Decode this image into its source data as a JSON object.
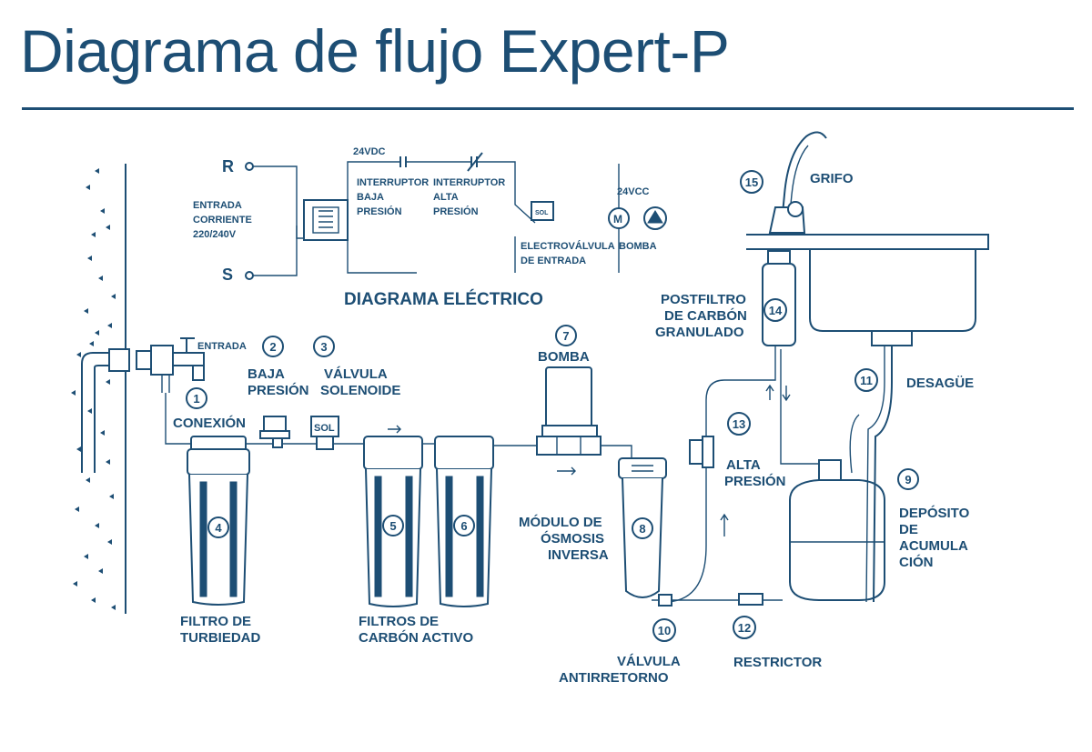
{
  "title": "Diagrama de flujo Expert-P",
  "colors": {
    "accent": "#1d4e74",
    "background": "#ffffff"
  },
  "electrical": {
    "title": "DIAGRAMA ELÉCTRICO",
    "terminal_r": "R",
    "terminal_s": "S",
    "input_line1": "ENTRADA",
    "input_line2": "CORRIENTE",
    "input_line3": "220/240V",
    "voltage_top": "24VDC",
    "switch_low_1": "INTERRUPTOR",
    "switch_low_2": "BAJA",
    "switch_low_3": "PRESIÓN",
    "switch_high_1": "INTERRUPTOR",
    "switch_high_2": "ALTA",
    "switch_high_3": "PRESIÓN",
    "valve_1": "ELECTROVÁLVULA",
    "valve_2": "DE ENTRADA",
    "voltage_pump": "24VCC",
    "pump": "BOMBA",
    "motor_symbol": "M",
    "sol_small": "SOL"
  },
  "components": {
    "inlet": "ENTRADA",
    "c1": {
      "num": "1",
      "label": "CONEXIÓN"
    },
    "c2": {
      "num": "2",
      "label1": "BAJA",
      "label2": "PRESIÓN"
    },
    "c3": {
      "num": "3",
      "label1": "VÁLVULA",
      "label2": "SOLENOIDE"
    },
    "sol_tag": "SOL",
    "c4": {
      "num": "4",
      "label1": "FILTRO DE",
      "label2": "TURBIEDAD"
    },
    "c5": {
      "num": "5"
    },
    "c6": {
      "num": "6"
    },
    "carbon1": "FILTROS DE",
    "carbon2": "CARBÓN ACTIVO",
    "c7": {
      "num": "7",
      "label": "BOMBA"
    },
    "c8": {
      "num": "8",
      "label1": "MÓDULO DE",
      "label2": "ÓSMOSIS",
      "label3": "INVERSA"
    },
    "c9": {
      "num": "9",
      "label1": "DEPÓSITO",
      "label2": "DE",
      "label3": "ACUMULA",
      "label4": "CIÓN"
    },
    "c10": {
      "num": "10",
      "label1": "VÁLVULA",
      "label2": "ANTIRRETORNO"
    },
    "c11": {
      "num": "11",
      "label": "DESAGÜE"
    },
    "c12": {
      "num": "12",
      "label": "RESTRICTOR"
    },
    "c13": {
      "num": "13",
      "label1": "ALTA",
      "label2": "PRESIÓN"
    },
    "c14": {
      "num": "14",
      "label1": "POSTFILTRO",
      "label2": "DE CARBÓN",
      "label3": "GRANULADO"
    },
    "c15": {
      "num": "15",
      "label": "GRIFO"
    }
  }
}
